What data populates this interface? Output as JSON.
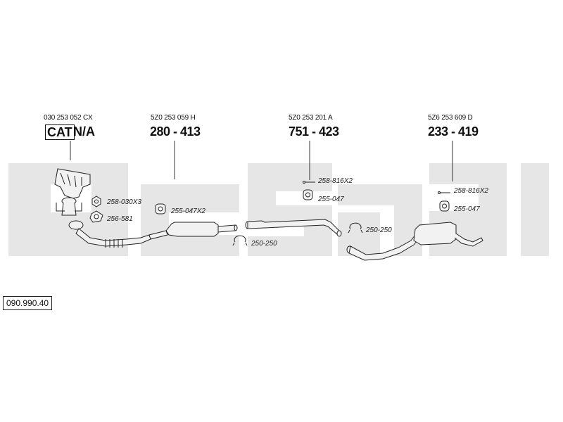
{
  "reference": "090.990.40",
  "groups": [
    {
      "oem": "030 253 052 CX",
      "main_boxed": "CAT",
      "main_rest": "N/A"
    },
    {
      "oem": "5Z0 253 059 H",
      "main": "280 - 413"
    },
    {
      "oem": "5Z0 253 201 A",
      "main": "751 - 423"
    },
    {
      "oem": "5Z6 253 609 D",
      "main": "233 - 419"
    }
  ],
  "parts": [
    "258-030X3",
    "256-581",
    "255-047X2",
    "250-250",
    "258-816X2",
    "255-047",
    "250-250",
    "258-816X2",
    "255-047"
  ],
  "colors": {
    "watermark": "#e6e6e6",
    "line": "#222222",
    "pipe_fill": "#f2f2f2"
  }
}
